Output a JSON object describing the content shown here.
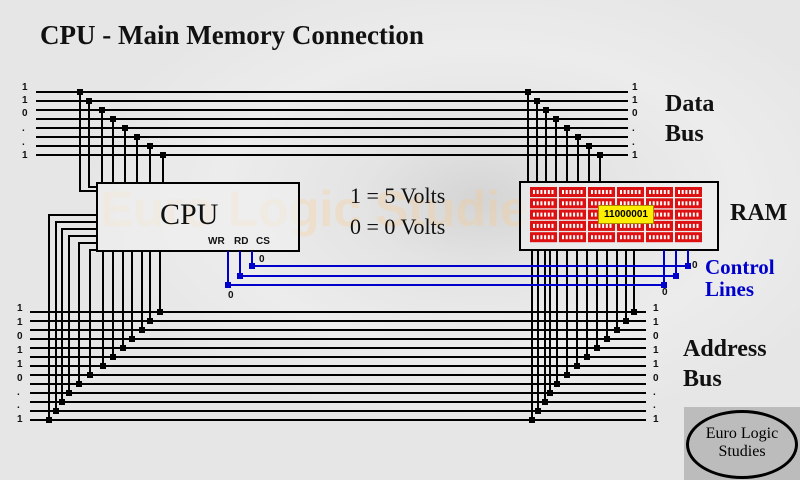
{
  "title": "CPU - Main Memory Connection",
  "watermark": "Euro Logic Studies",
  "cpu": {
    "label": "CPU",
    "pins": [
      "WR",
      "RD",
      "CS"
    ]
  },
  "ram": {
    "label": "RAM",
    "highlight_value": "11000001"
  },
  "legend": {
    "one": "1 = 5 Volts",
    "zero": "0 = 0 Volts"
  },
  "data_bus": {
    "label_line1": "Data",
    "label_line2": "Bus",
    "bits_left": [
      "1",
      "1",
      "0",
      ".",
      ".",
      "1"
    ],
    "bits_right": [
      "1",
      "1",
      "0",
      ".",
      ".",
      "1"
    ]
  },
  "address_bus": {
    "label_line1": "Address",
    "label_line2": "Bus",
    "bits_left": [
      "1",
      "1",
      "0",
      "1",
      "1",
      "0",
      ".",
      ".",
      "1"
    ],
    "bits_right": [
      "1",
      "1",
      "0",
      "1",
      "1",
      "0",
      ".",
      ".",
      "1"
    ]
  },
  "control_lines": {
    "label_line1": "Control",
    "label_line2": "Lines",
    "cs_value": "0",
    "wr_value": "0",
    "ram_cs_value": "0",
    "ram_wr_value": "0"
  },
  "logo": {
    "line1": "Euro Logic",
    "line2": "Studies"
  },
  "colors": {
    "wire": "#000000",
    "control": "#0000cc",
    "chip": "#dd1111",
    "highlight": "#ffee00"
  }
}
